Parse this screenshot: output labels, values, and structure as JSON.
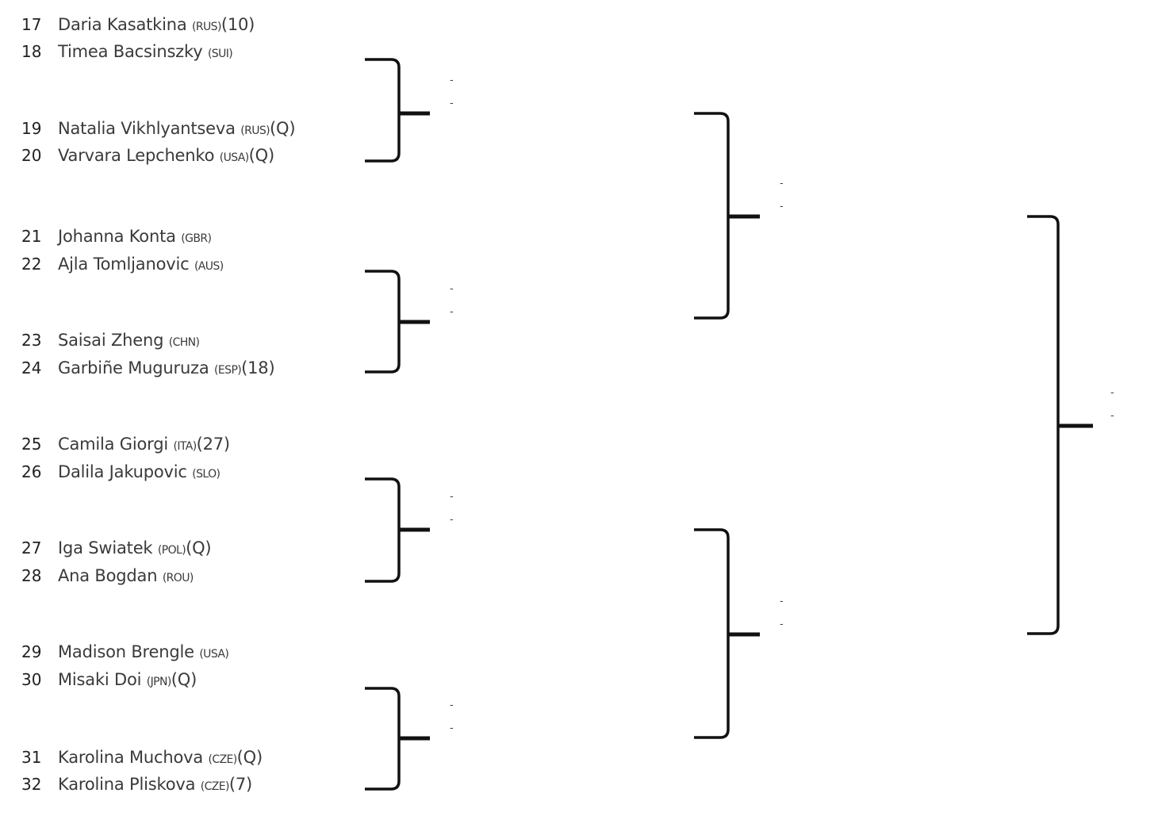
{
  "players": [
    {
      "num": "17",
      "name": "Daria Kasatkina",
      "country": "(RUS)",
      "seed": "(10)"
    },
    {
      "num": "18",
      "name": "Timea Bacsinszky",
      "country": "(SUI)",
      "seed": ""
    },
    {
      "num": "19",
      "name": "Natalia Vikhlyantseva",
      "country": "(RUS)",
      "seed": "(Q)"
    },
    {
      "num": "20",
      "name": "Varvara Lepchenko",
      "country": "(USA)",
      "seed": "(Q)"
    },
    {
      "num": "21",
      "name": "Johanna Konta",
      "country": "(GBR)",
      "seed": ""
    },
    {
      "num": "22",
      "name": "Ajla Tomljanovic",
      "country": "(AUS)",
      "seed": ""
    },
    {
      "num": "23",
      "name": "Saisai Zheng",
      "country": "(CHN)",
      "seed": ""
    },
    {
      "num": "24",
      "name": "Garbiñe Muguruza",
      "country": "(ESP)",
      "seed": "(18)"
    },
    {
      "num": "25",
      "name": "Camila Giorgi",
      "country": "(ITA)",
      "seed": "(27)"
    },
    {
      "num": "26",
      "name": "Dalila Jakupovic",
      "country": "(SLO)",
      "seed": ""
    },
    {
      "num": "27",
      "name": "Iga Swiatek",
      "country": "(POL)",
      "seed": "(Q)"
    },
    {
      "num": "28",
      "name": "Ana Bogdan",
      "country": "(ROU)",
      "seed": ""
    },
    {
      "num": "29",
      "name": "Madison Brengle",
      "country": "(USA)",
      "seed": ""
    },
    {
      "num": "30",
      "name": "Misaki Doi",
      "country": "(JPN)",
      "seed": "(Q)"
    },
    {
      "num": "31",
      "name": "Karolina Muchova",
      "country": "(CZE)",
      "seed": "(Q)"
    },
    {
      "num": "32",
      "name": "Karolina Pliskova",
      "country": "(CZE)",
      "seed": "(7)"
    }
  ],
  "rounds": [
    {
      "matches": [
        [
          "-",
          "-"
        ],
        [
          "-",
          "-"
        ],
        [
          "-",
          "-"
        ],
        [
          "-",
          "-"
        ]
      ]
    },
    {
      "matches": [
        [
          "-",
          "-"
        ],
        [
          "-",
          "-"
        ]
      ]
    },
    {
      "matches": [
        [
          "-",
          "-"
        ]
      ]
    }
  ],
  "colors": {
    "line": "#111111",
    "text": "#3a3a3a"
  }
}
